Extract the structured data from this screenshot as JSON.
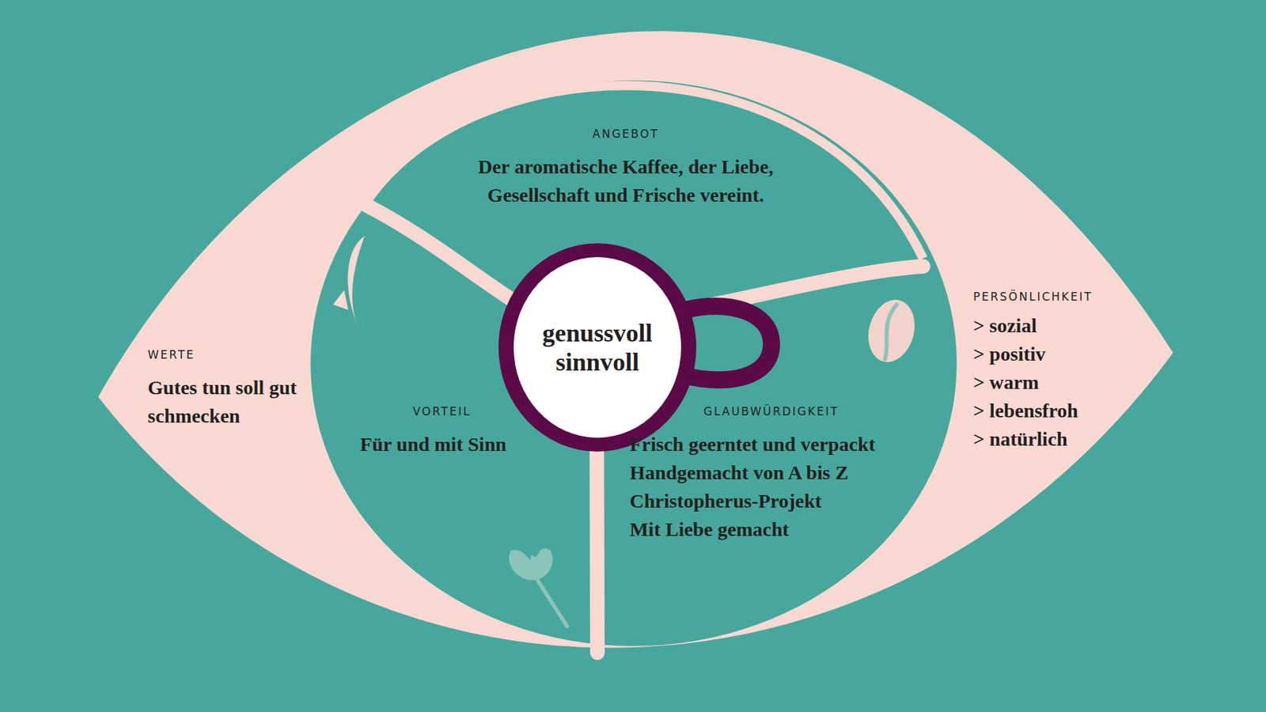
{
  "diagram": {
    "nodes": [
      {
        "text": [
          "WERTE",
          "Gutes tun soll gut schmecken"
        ]
      },
      {
        "text": [
          "ANGEBOT",
          "Der aromatische Kaffee, der Liebe, Gesellschaft und Frische vereint."
        ]
      },
      {
        "text": [
          "genussvoll sinnvoll"
        ]
      },
      {
        "text": [
          "VORTEIL",
          "Für und mit Sinn"
        ]
      },
      {
        "text": [
          "GLAUBWÜRDIGKEIT",
          "Frisch geerntet und verpackt",
          "Handgemacht von A bis Z",
          "Christopherus-Projekt",
          "Mit Liebe gemacht"
        ]
      },
      {
        "text": [
          "PERSÖNLICHKEIT",
          "> sozial",
          "> positiv",
          "> warm",
          "> lebensfroh",
          "> natürlich"
        ]
      }
    ]
  }
}
